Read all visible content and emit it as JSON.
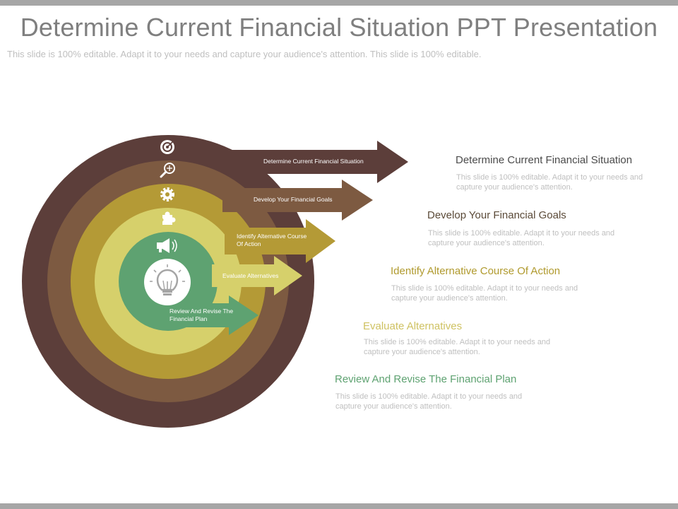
{
  "title": "Determine Current Financial Situation PPT Presentation",
  "subtitle": "This slide is 100% editable. Adapt it to your needs and capture your audience's attention. This slide is 100% editable.",
  "colors": {
    "ring1": "#5c3e3a",
    "ring2": "#7d5a41",
    "ring3": "#b49a36",
    "ring4": "#d6d06b",
    "core": "#5ea271",
    "heading1": "#4b4b4b",
    "heading2": "#5b4a38",
    "heading3": "#b09a2e",
    "heading4": "#cfc262",
    "heading5": "#5ea271"
  },
  "steps": [
    {
      "arrow_label": "Determine Current Financial Situation",
      "heading": "Determine Current Financial Situation",
      "description": "This slide is 100% editable. Adapt it to your needs and capture your audience's attention.",
      "icon": "target-icon"
    },
    {
      "arrow_label": "Develop Your Financial Goals",
      "heading": "Develop Your Financial Goals",
      "description": "This slide is 100% editable. Adapt it to your needs and capture your audience's attention.",
      "icon": "magnifier-icon"
    },
    {
      "arrow_label_line1": "Identify Alternative Course",
      "arrow_label_line2": "Of Action",
      "heading": "Identify Alternative Course Of Action",
      "description": "This slide is 100% editable. Adapt it to your needs and capture your audience's attention.",
      "icon": "gear-icon"
    },
    {
      "arrow_label": "Evaluate Alternatives",
      "heading": "Evaluate Alternatives",
      "description": "This slide is 100% editable. Adapt it to your needs and capture your audience's attention.",
      "icon": "puzzle-icon"
    },
    {
      "arrow_label_line1": "Review And Revise The",
      "arrow_label_line2": "Financial Plan",
      "heading": "Review And Revise The Financial Plan",
      "description": "This slide is 100% editable. Adapt it to your needs and capture your audience's attention.",
      "icon": "megaphone-icon"
    }
  ],
  "center_icon": "lightbulb-icon"
}
